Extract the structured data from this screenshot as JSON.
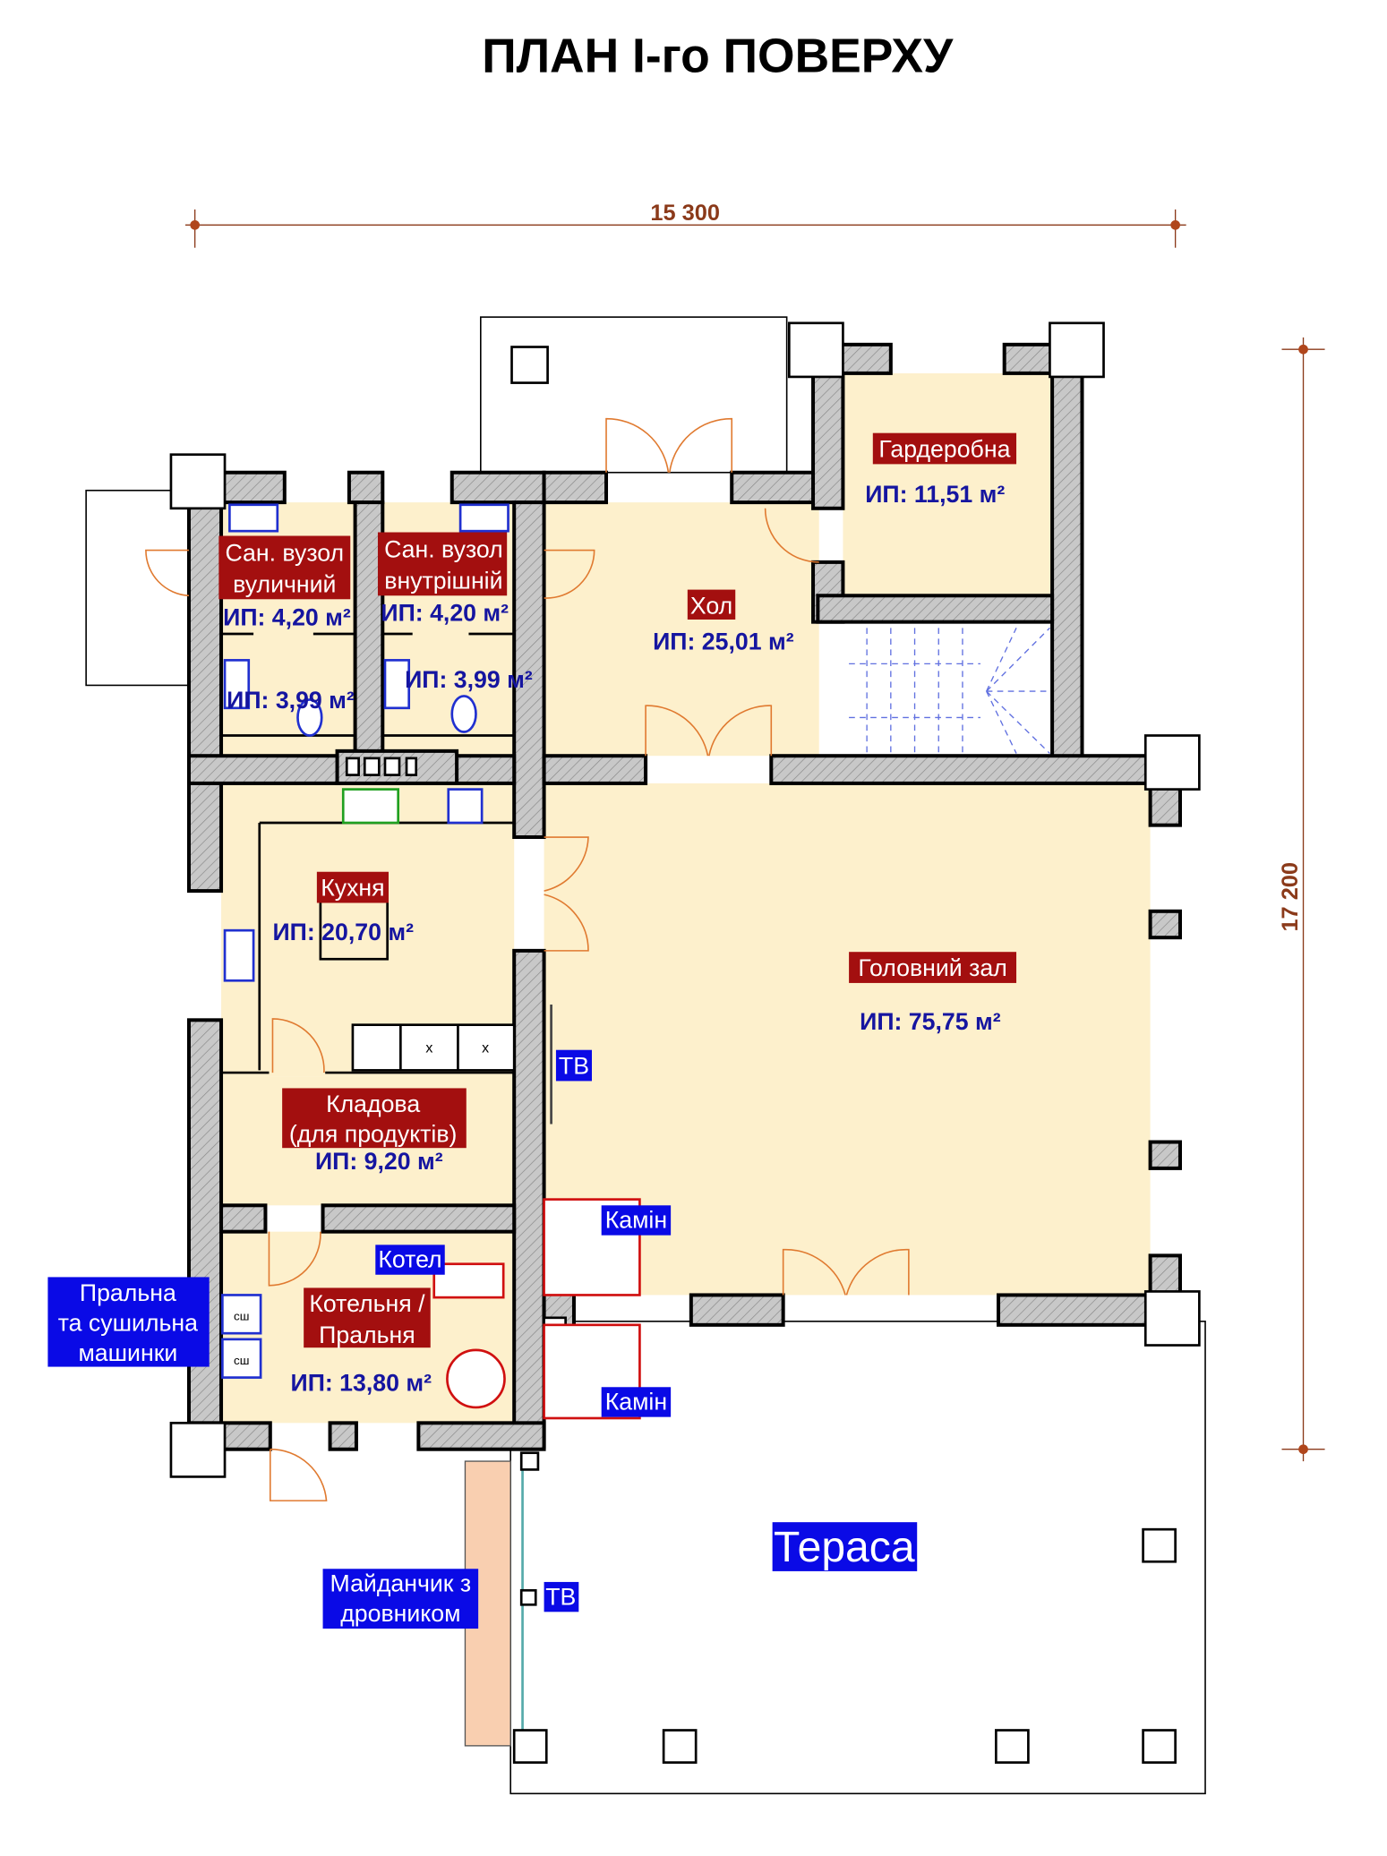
{
  "title": "ПЛАН І-го ПОВЕРХУ",
  "dimensions": {
    "width": "15 300",
    "height": "17 200"
  },
  "rooms": [
    {
      "name": "Гардеробна",
      "area": "ИП: 11,51 м²"
    },
    {
      "name_lines": [
        "Сан. вузол",
        "вуличний"
      ],
      "area": "ИП: 4,20 м²",
      "area2": "ИП: 3,99 м²"
    },
    {
      "name_lines": [
        "Сан. вузол",
        "внутрішній"
      ],
      "area": "ИП: 4,20 м²",
      "area2": "ИП: 3,99 м²"
    },
    {
      "name": "Хол",
      "area": "ИП: 25,01 м²"
    },
    {
      "name": "Кухня",
      "area": "ИП: 20,70 м²"
    },
    {
      "name": "Головний зал",
      "area": "ИП: 75,75 м²"
    },
    {
      "name_lines": [
        "Кладова",
        "(для продуктів)"
      ],
      "area": "ИП: 9,20 м²"
    },
    {
      "name_lines": [
        "Котельня /",
        "Пральня"
      ],
      "area": "ИП: 13,80 м²"
    }
  ],
  "callouts": {
    "tv": "ТВ",
    "fireplace": "Камін",
    "boiler": "Котел",
    "laundry_lines": [
      "Пральна",
      "та сушильна",
      "машинки"
    ],
    "terrace": "Тераса",
    "woodshed_lines": [
      "Майданчик з",
      "дровником"
    ],
    "terrace_tv": "ТВ",
    "washer_mark": "сш",
    "counter_mark": "х"
  },
  "colors": {
    "room_label_bg": "#a30f0f",
    "area_text": "#1515a0",
    "callout_bg": "#0a0ae6",
    "floor": "#fdf0cc",
    "dimension": "#8b3a1a"
  }
}
